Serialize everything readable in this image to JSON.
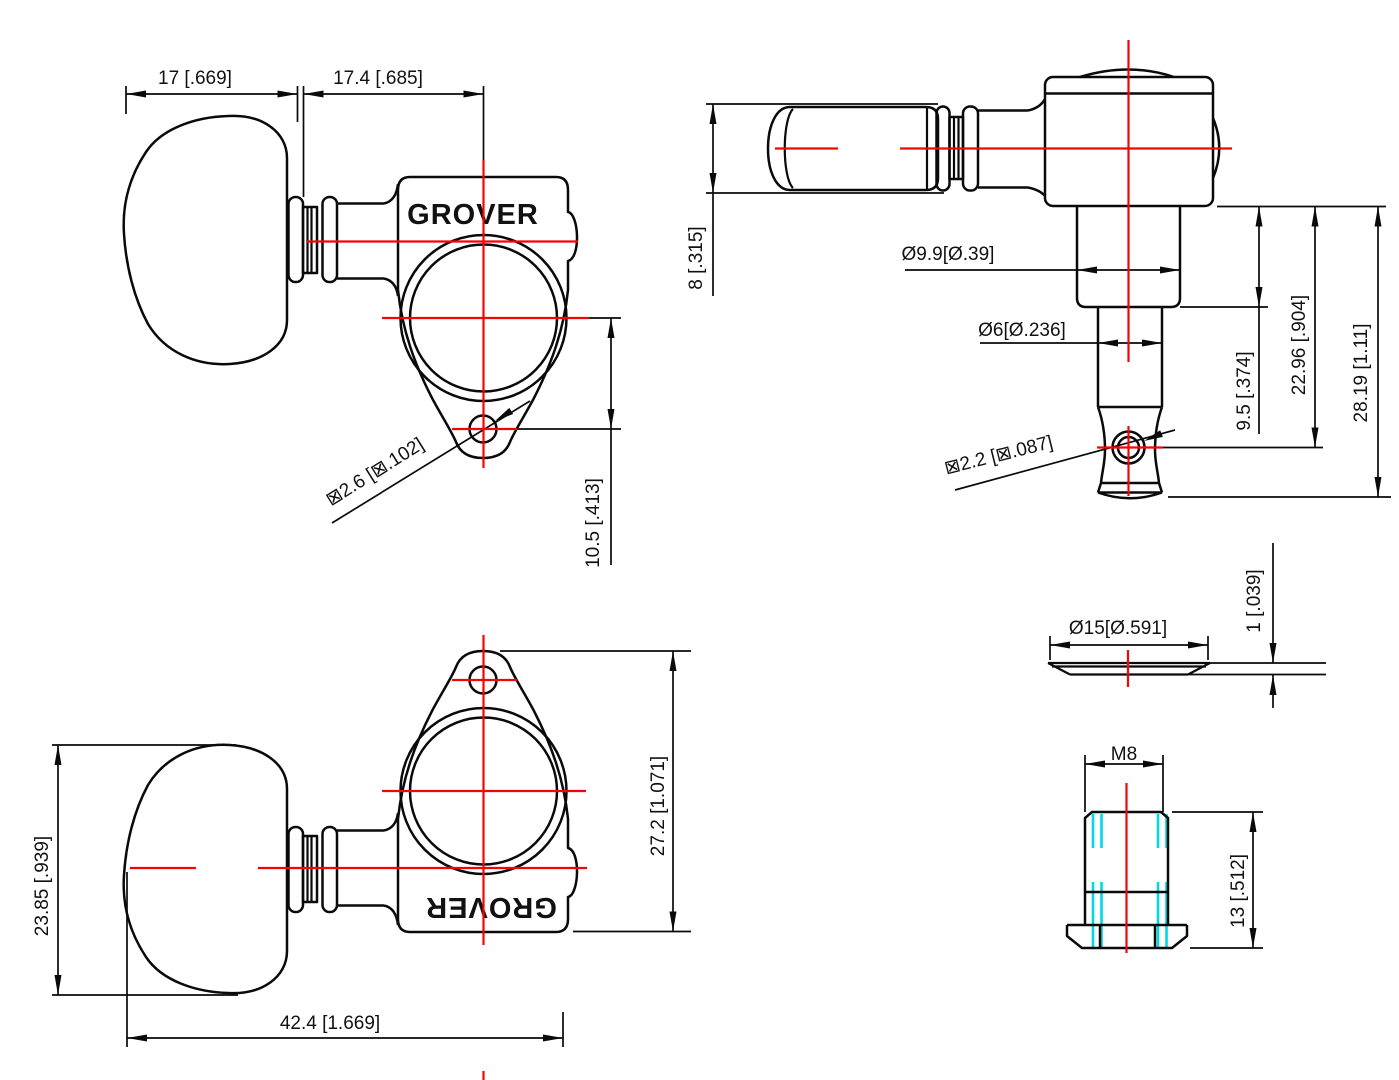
{
  "drawing": {
    "background": "#ffffff",
    "line_color": "#0a0a0a",
    "centerline_color": "#f40505",
    "thread_color": "#00d9e2",
    "views": {
      "side_top": {
        "brand": "GROVER",
        "knob_width": "17 [.669]",
        "body_width": "17.4 [.685]",
        "mount_hole_dia": "⊠2.6 [⊠.102]",
        "hole_offset": "10.5 [.413]"
      },
      "top": {
        "knob_thickness": "8 [.315]",
        "bushing_dia": "Ø9.9[Ø.39]",
        "post_dia": "Ø6[Ø.236]",
        "bushing_length": "9.5 [.374]",
        "string_hole_depth": "22.96 [.904]",
        "overall_length": "28.19 [1.11]",
        "string_hole_dia": "⊠2.2 [⊠.087]"
      },
      "washer": {
        "outer_dia": "Ø15[Ø.591]",
        "thickness": "1 [.039]"
      },
      "nut": {
        "thread": "M8",
        "height": "13 [.512]"
      },
      "side_bottom": {
        "brand": "GROVER",
        "knob_height": "23.85 [.939]",
        "overall_length": "42.4 [1.669]",
        "body_height": "27.2 [1.071]"
      }
    }
  }
}
